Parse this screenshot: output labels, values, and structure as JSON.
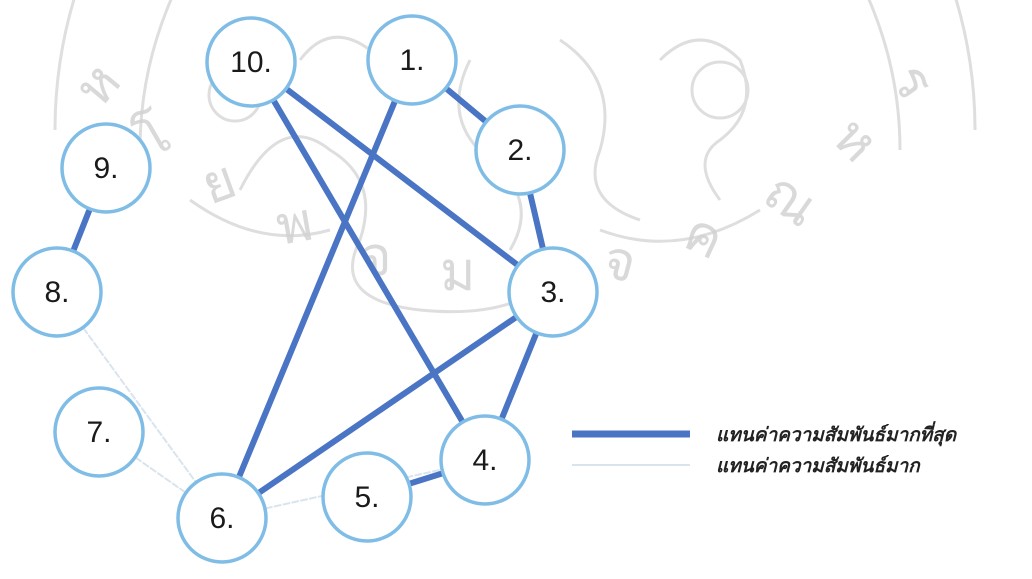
{
  "colors": {
    "strong_edge": "#4a74c4",
    "weak_edge": "#d9e4ee",
    "node_stroke": "#7fbde6",
    "watermark": "#c9c9c9"
  },
  "nodes": [
    {
      "id": "1",
      "label": "1."
    },
    {
      "id": "2",
      "label": "2."
    },
    {
      "id": "3",
      "label": "3."
    },
    {
      "id": "4",
      "label": "4."
    },
    {
      "id": "5",
      "label": "5."
    },
    {
      "id": "6",
      "label": "6."
    },
    {
      "id": "7",
      "label": "7."
    },
    {
      "id": "8",
      "label": "8."
    },
    {
      "id": "9",
      "label": "9."
    },
    {
      "id": "10",
      "label": "10."
    }
  ],
  "edges_strongest": [
    {
      "from": "1",
      "to": "2"
    },
    {
      "from": "1",
      "to": "6"
    },
    {
      "from": "2",
      "to": "3"
    },
    {
      "from": "10",
      "to": "3"
    },
    {
      "from": "10",
      "to": "4"
    },
    {
      "from": "3",
      "to": "4"
    },
    {
      "from": "3",
      "to": "6"
    },
    {
      "from": "4",
      "to": "5"
    },
    {
      "from": "9",
      "to": "8"
    }
  ],
  "edges_strong": [
    {
      "from": "7",
      "to": "6"
    },
    {
      "from": "8",
      "to": "6"
    },
    {
      "from": "6",
      "to": "4"
    },
    {
      "from": "6",
      "to": "3"
    }
  ],
  "legend": {
    "strongest_label": "แทนค่าความสัมพันธ์มากที่สุด",
    "strong_label": "แทนค่าความสัมพันธ์มาก"
  }
}
